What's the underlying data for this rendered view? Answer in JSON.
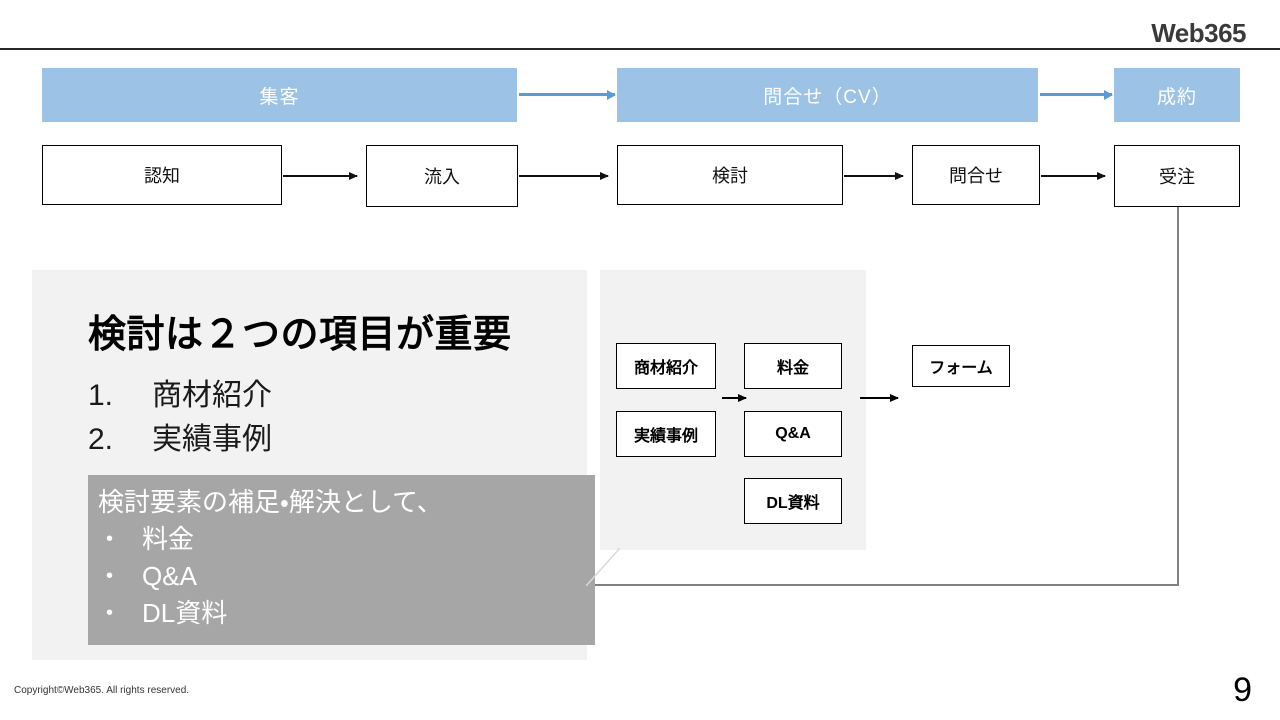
{
  "header": {
    "brand": "Web365"
  },
  "stage_bands": [
    {
      "label": "集客"
    },
    {
      "label": "問合せ（CV）"
    },
    {
      "label": "成約"
    }
  ],
  "funnel_steps": [
    {
      "label": "認知"
    },
    {
      "label": "流入"
    },
    {
      "label": "検討"
    },
    {
      "label": "問合せ"
    },
    {
      "label": "受注"
    }
  ],
  "detail_panel": {
    "heading": "検討は２つの項目が重要",
    "items": [
      {
        "number": "1.",
        "label": "商材紹介"
      },
      {
        "number": "2.",
        "label": "実績事例"
      }
    ],
    "supplement": {
      "title": "検討要素の補足・解決として、",
      "bullet_glyph": "•",
      "items": [
        {
          "label": "料金"
        },
        {
          "label": "Q&A"
        },
        {
          "label": "DL資料"
        }
      ]
    }
  },
  "callout": {
    "boxes": [
      {
        "label": "商材紹介"
      },
      {
        "label": "実績事例"
      },
      {
        "label": "料金"
      },
      {
        "label": "Q&A"
      },
      {
        "label": "DL資料"
      },
      {
        "label": "フォーム"
      }
    ]
  },
  "footer": {
    "copyright": "Copyright©Web365. All rights reserved.",
    "page_number": "9"
  },
  "colors": {
    "band_blue": "#9CC3E5",
    "band_arrow_blue": "#5B9BD5",
    "panel_gray": "#F2F2F2",
    "supplement_gray": "#A6A6A6",
    "connector_gray": "#808080",
    "rule_dark": "#262626"
  }
}
